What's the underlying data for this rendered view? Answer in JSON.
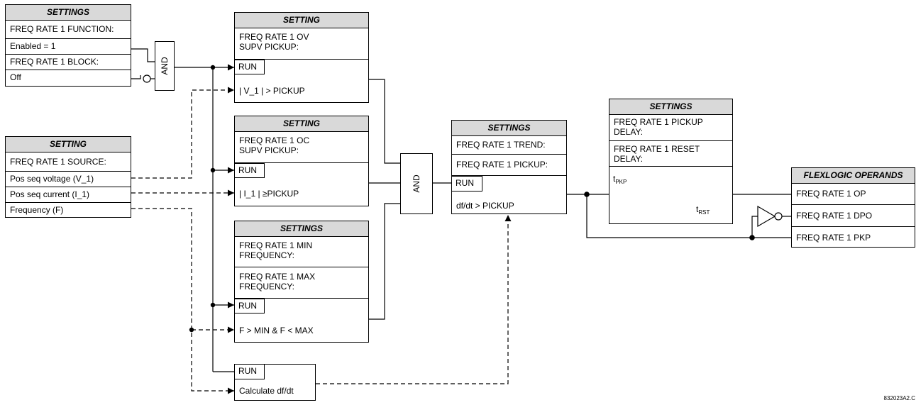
{
  "settings_function": {
    "header": "SETTINGS",
    "rows": [
      "FREQ RATE 1 FUNCTION:",
      "Enabled = 1",
      "FREQ RATE 1 BLOCK:",
      "Off"
    ]
  },
  "setting_source": {
    "header": "SETTING",
    "rows": [
      "FREQ RATE 1 SOURCE:",
      "Pos seq voltage (V_1)",
      "Pos seq current (I_1)",
      "Frequency (F)"
    ]
  },
  "ov_supv": {
    "header": "SETTING",
    "pickup": "FREQ RATE 1 OV SUPV PICKUP:",
    "run": "RUN",
    "condition": "| V_1 | > PICKUP"
  },
  "oc_supv": {
    "header": "SETTING",
    "pickup": "FREQ RATE 1 OC SUPV PICKUP:",
    "run": "RUN",
    "condition": "| I_1 | ≥PICKUP"
  },
  "freq_limits": {
    "header": "SETTINGS",
    "min": "FREQ RATE 1 MIN FREQUENCY:",
    "max": "FREQ RATE 1 MAX FREQUENCY:",
    "run": "RUN",
    "condition": "F > MIN & F < MAX"
  },
  "calc": {
    "run": "RUN",
    "label": "Calculate df/dt"
  },
  "trend": {
    "header": "SETTINGS",
    "rows": [
      "FREQ RATE 1 TREND:",
      "FREQ RATE 1 PICKUP:"
    ],
    "run": "RUN",
    "condition": "df/dt > PICKUP"
  },
  "timer": {
    "header": "SETTINGS",
    "pickup_delay": "FREQ RATE 1 PICKUP DELAY:",
    "reset_delay": "FREQ RATE 1  RESET DELAY:",
    "t_pkp": "t",
    "t_pkp_sub": "PKP",
    "t_rst": "t",
    "t_rst_sub": "RST"
  },
  "operands": {
    "header": "FLEXLOGIC OPERANDS",
    "rows": [
      "FREQ RATE 1 OP",
      "FREQ RATE 1 DPO",
      "FREQ RATE 1 PKP"
    ]
  },
  "gates": {
    "and1": "AND",
    "and2": "AND"
  },
  "drawing_code": "832023A2.C"
}
